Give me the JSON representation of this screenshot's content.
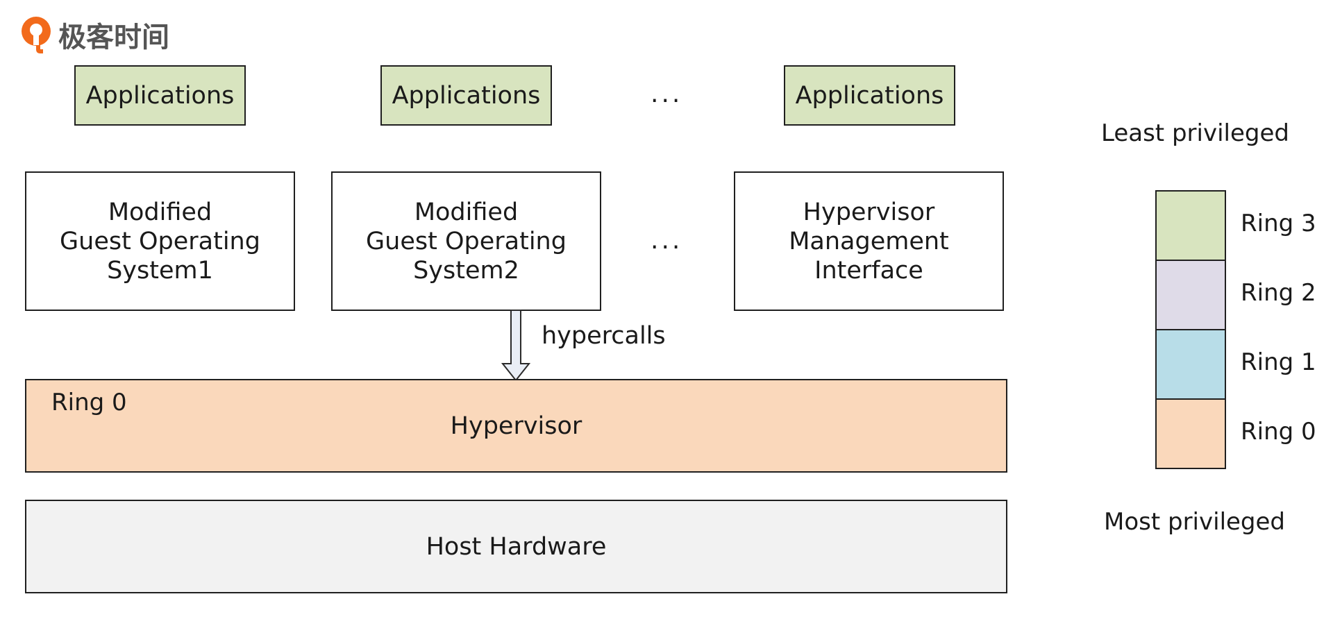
{
  "logo": {
    "text": "极客时间",
    "icon": "geektime-logo-icon",
    "color": "#f26a1b"
  },
  "applications": [
    {
      "label": "Applications"
    },
    {
      "label": "Applications"
    },
    {
      "label": "Applications"
    }
  ],
  "ellipsis": "...",
  "guests": [
    {
      "label": "Modified\nGuest Operating\nSystem1"
    },
    {
      "label": "Modified\nGuest Operating\nSystem2"
    },
    {
      "label": "Hypervisor\nManagement\nInterface"
    }
  ],
  "hypercall": {
    "label": "hypercalls",
    "icon": "down-arrow-icon"
  },
  "hypervisor": {
    "ring_label": "Ring 0",
    "label": "Hypervisor",
    "color": "#fad8bb"
  },
  "hardware": {
    "label": "Host Hardware",
    "color": "#f2f2f2"
  },
  "legend": {
    "top_label": "Least privileged",
    "bottom_label": "Most privileged",
    "rings": [
      {
        "label": "Ring 3",
        "color": "#d8e4bf"
      },
      {
        "label": "Ring 2",
        "color": "#dfdbe8"
      },
      {
        "label": "Ring 1",
        "color": "#b8dde8"
      },
      {
        "label": "Ring 0",
        "color": "#fad8bb"
      }
    ]
  }
}
